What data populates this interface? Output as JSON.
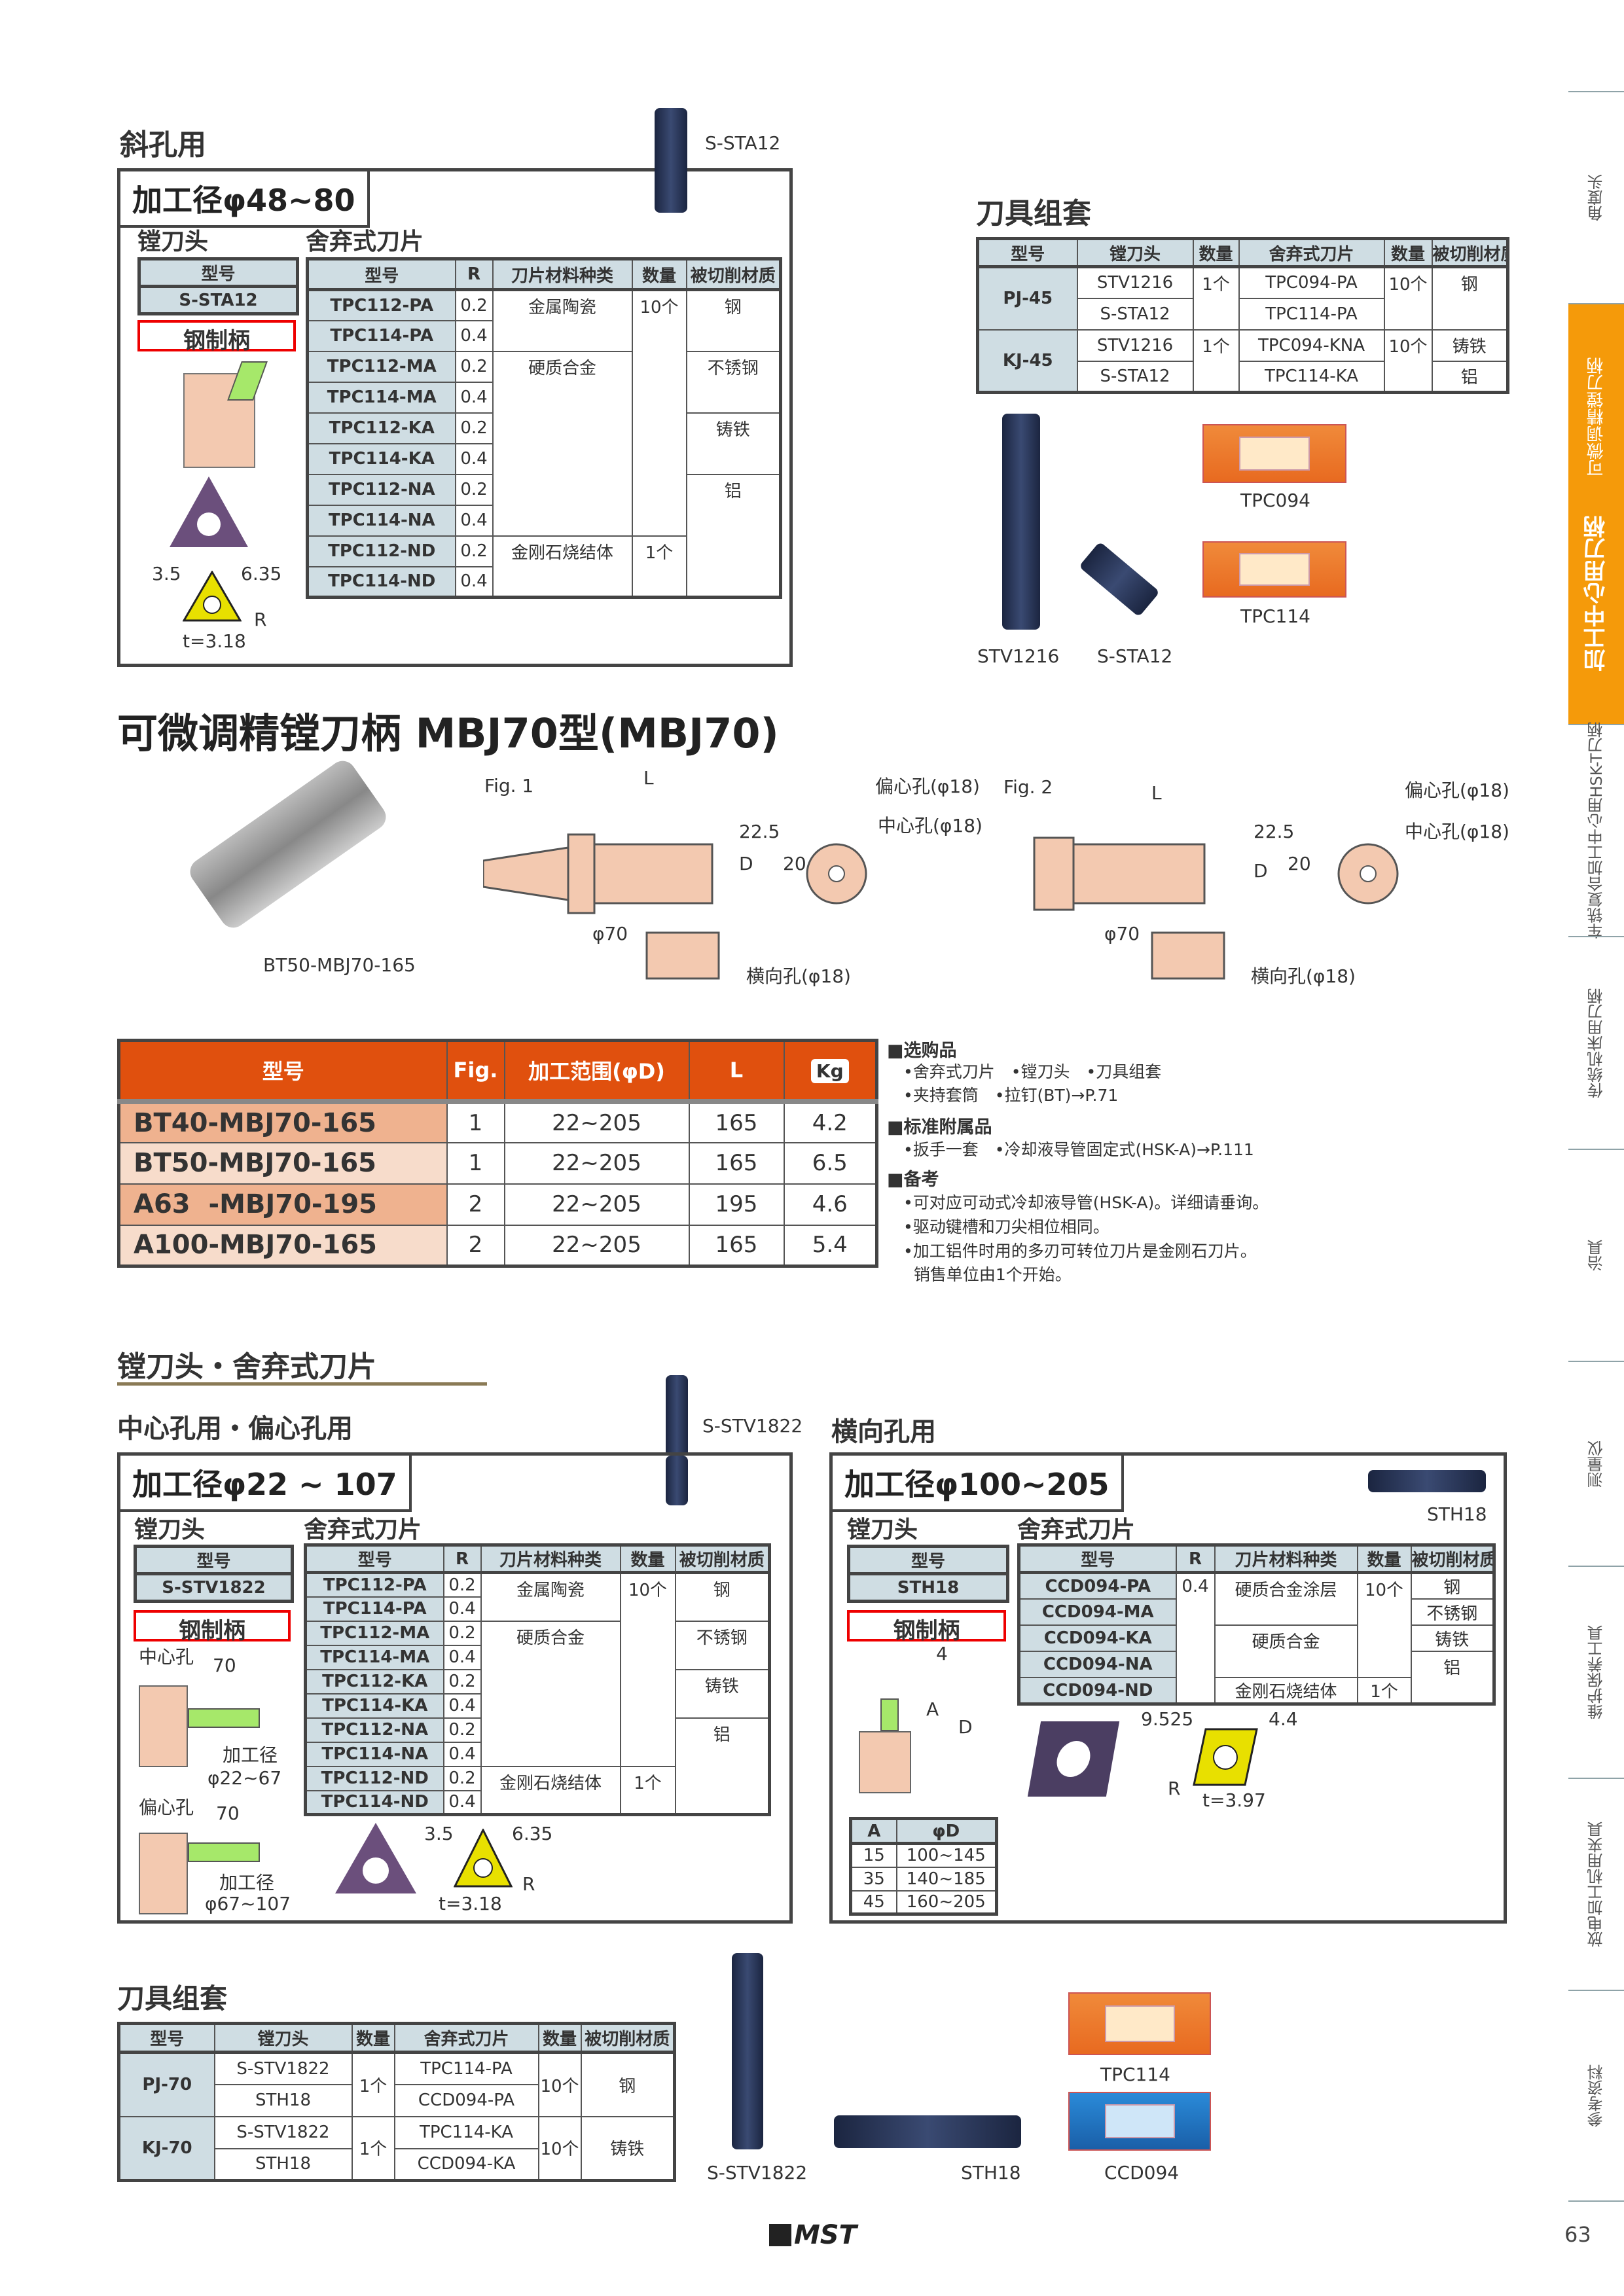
{
  "sidebar": {
    "tabs": [
      {
        "label": "角度头"
      },
      {
        "label": "加工中心用刀柄",
        "sublabel": "可微调精镗刀柄",
        "active": true
      },
      {
        "label": "车铣复合加工中心用HSK-T刀柄"
      },
      {
        "label": "传统机床用刀柄"
      },
      {
        "label": "治具"
      },
      {
        "label": "测量仪"
      },
      {
        "label": "维护保养工具"
      },
      {
        "label": "放电加工机用夹具"
      },
      {
        "label": "参考资料"
      }
    ],
    "accent_color": "#f59a0a"
  },
  "page_number": "63",
  "logo": "MST",
  "angled": {
    "heading": "斜孔用",
    "tool_label": "S-STA12",
    "range_title": "加工径φ48~80",
    "head_label": "镗刀头",
    "insert_label": "舍弃式刀片",
    "head_table": {
      "headers": [
        "型号"
      ],
      "rows": [
        [
          "S-STA12"
        ]
      ]
    },
    "shank": "钢制柄",
    "insert_table": {
      "headers": [
        "型号",
        "R",
        "刀片材料种类",
        "数量",
        "被切削材质"
      ],
      "rows": [
        [
          "TPC112-PA",
          "0.2",
          "金属陶瓷",
          "10个",
          "钢"
        ],
        [
          "TPC114-PA",
          "0.4",
          null,
          null,
          null
        ],
        [
          "TPC112-MA",
          "0.2",
          "硬质合金",
          null,
          "不锈钢"
        ],
        [
          "TPC114-MA",
          "0.4",
          null,
          null,
          null
        ],
        [
          "TPC112-KA",
          "0.2",
          null,
          null,
          "铸铁"
        ],
        [
          "TPC114-KA",
          "0.4",
          null,
          null,
          null
        ],
        [
          "TPC112-NA",
          "0.2",
          null,
          null,
          "铝"
        ],
        [
          "TPC114-NA",
          "0.4",
          null,
          null,
          null
        ],
        [
          "TPC112-ND",
          "0.2",
          "金刚石烧结体",
          "1个",
          null
        ],
        [
          "TPC114-ND",
          "0.4",
          null,
          null,
          null
        ]
      ]
    },
    "dims": {
      "a": "3.5",
      "b": "6.35",
      "r": "R",
      "t": "t=3.18"
    }
  },
  "kit_top": {
    "heading": "刀具组套",
    "table": {
      "headers": [
        "型号",
        "镗刀头",
        "数量",
        "舍弃式刀片",
        "数量",
        "被切削材质"
      ],
      "rows": [
        [
          "PJ-45",
          "STV1216",
          "1个",
          "TPC094-PA",
          "10个",
          "钢"
        ],
        [
          null,
          "S-STA12",
          null,
          "TPC114-PA",
          null,
          null
        ],
        [
          "KJ-45",
          "STV1216",
          "1个",
          "TPC094-KNA",
          "10个",
          "铸铁"
        ],
        [
          null,
          "S-STA12",
          null,
          "TPC114-KA",
          null,
          "铝"
        ]
      ]
    },
    "images": [
      "STV1216",
      "S-STA12",
      "TPC094",
      "TPC114"
    ]
  },
  "product": {
    "title": "可微调精镗刀柄 MBJ70型(MBJ70)",
    "photo_label": "BT50-MBJ70-165",
    "fig1": {
      "label": "Fig. 1",
      "L": "L",
      "ecc": "偏心孔(φ18)",
      "center": "中心孔(φ18)",
      "d225": "22.5",
      "D": "D",
      "d20": "20",
      "phi70": "φ70",
      "side": "横向孔(φ18)"
    },
    "fig2": {
      "label": "Fig. 2",
      "L": "L",
      "ecc": "偏心孔(φ18)",
      "center": "中心孔(φ18)",
      "d225": "22.5",
      "D": "D",
      "d20": "20",
      "phi70": "φ70",
      "side": "横向孔(φ18)"
    },
    "table": {
      "headers": [
        "型号",
        "Fig.",
        "加工范围(φD)",
        "L",
        "Kg"
      ],
      "rows": [
        [
          "BT40-MBJ70-165",
          "1",
          "22~205",
          "165",
          "4.2"
        ],
        [
          "BT50-MBJ70-165",
          "1",
          "22~205",
          "165",
          "6.5"
        ],
        [
          "A63  -MBJ70-195",
          "2",
          "22~205",
          "195",
          "4.6"
        ],
        [
          "A100-MBJ70-165",
          "2",
          "22~205",
          "165",
          "5.4"
        ]
      ],
      "header_color": "#e0500e"
    },
    "notes": [
      {
        "head": "■选购品",
        "lines": [
          "•舍弃式刀片　•镗刀头　•刀具组套",
          "•夹持套筒　•拉钉(BT)→P.71"
        ]
      },
      {
        "head": "■标准附属品",
        "lines": [
          "•扳手一套　•冷却液导管固定式(HSK-A)→P.111"
        ]
      },
      {
        "head": "■备考",
        "lines": [
          "•可对应可动式冷却液导管(HSK-A)。详细请垂询。",
          "•驱动键槽和刀尖相位相同。",
          "•加工铝件时用的多刃可转位刀片是金刚石刀片。",
          "  销售单位由1个开始。"
        ]
      }
    ]
  },
  "heads": {
    "heading": "镗刀头・舍弃式刀片",
    "center": {
      "heading": "中心孔用・偏心孔用",
      "tool_label": "S-STV1822",
      "range_title": "加工径φ22 ~ 107",
      "head_label": "镗刀头",
      "insert_label": "舍弃式刀片",
      "head_table": {
        "headers": [
          "型号"
        ],
        "rows": [
          [
            "S-STV1822"
          ]
        ]
      },
      "shank": "钢制柄",
      "insert_table": {
        "headers": [
          "型号",
          "R",
          "刀片材料种类",
          "数量",
          "被切削材质"
        ],
        "rows": [
          [
            "TPC112-PA",
            "0.2",
            "金属陶瓷",
            "10个",
            "钢"
          ],
          [
            "TPC114-PA",
            "0.4",
            null,
            null,
            null
          ],
          [
            "TPC112-MA",
            "0.2",
            "硬质合金",
            null,
            "不锈钢"
          ],
          [
            "TPC114-MA",
            "0.4",
            null,
            null,
            null
          ],
          [
            "TPC112-KA",
            "0.2",
            null,
            null,
            "铸铁"
          ],
          [
            "TPC114-KA",
            "0.4",
            null,
            null,
            null
          ],
          [
            "TPC112-NA",
            "0.2",
            null,
            null,
            "铝"
          ],
          [
            "TPC114-NA",
            "0.4",
            null,
            null,
            null
          ],
          [
            "TPC112-ND",
            "0.2",
            "金刚石烧结体",
            "1个",
            null
          ],
          [
            "TPC114-ND",
            "0.4",
            null,
            null,
            null
          ]
        ]
      },
      "diagram": {
        "center_hole": "中心孔",
        "ecc_hole": "偏心孔",
        "len1": "70",
        "len2": "70",
        "dia_label": "加工径",
        "range1": "φ22~67",
        "range2": "φ67~107"
      },
      "dims": {
        "a": "3.5",
        "b": "6.35",
        "r": "R",
        "t": "t=3.18"
      }
    },
    "side": {
      "heading": "横向孔用",
      "tool_label": "STH18",
      "range_title": "加工径φ100~205",
      "head_label": "镗刀头",
      "insert_label": "舍弃式刀片",
      "head_table": {
        "headers": [
          "型号"
        ],
        "rows": [
          [
            "STH18"
          ]
        ]
      },
      "shank": "钢制柄",
      "insert_table": {
        "headers": [
          "型号",
          "R",
          "刀片材料种类",
          "数量",
          "被切削材质"
        ],
        "rows": [
          [
            "CCD094-PA",
            "0.4",
            "硬质合金涂层",
            "10个",
            "钢"
          ],
          [
            "CCD094-MA",
            null,
            null,
            null,
            "不锈钢"
          ],
          [
            "CCD094-KA",
            null,
            "硬质合金",
            null,
            "铸铁"
          ],
          [
            "CCD094-NA",
            null,
            null,
            null,
            "铝"
          ],
          [
            "CCD094-ND",
            null,
            "金刚石烧结体",
            "1个",
            null
          ]
        ]
      },
      "diagram": {
        "w": "4",
        "a": "A",
        "d": "D"
      },
      "ad_table": {
        "headers": [
          "A",
          "φD"
        ],
        "rows": [
          [
            "15",
            "100~145"
          ],
          [
            "35",
            "140~185"
          ],
          [
            "45",
            "160~205"
          ]
        ]
      },
      "dims": {
        "a": "9.525",
        "b": "4.4",
        "r": "R",
        "t": "t=3.97"
      }
    }
  },
  "kit_bottom": {
    "heading": "刀具组套",
    "table": {
      "headers": [
        "型号",
        "镗刀头",
        "数量",
        "舍弃式刀片",
        "数量",
        "被切削材质"
      ],
      "rows": [
        [
          "PJ-70",
          "S-STV1822",
          "1个",
          "TPC114-PA",
          "10个",
          "钢"
        ],
        [
          null,
          "STH18",
          null,
          "CCD094-PA",
          null,
          null
        ],
        [
          "KJ-70",
          "S-STV1822",
          "1个",
          "TPC114-KA",
          "10个",
          "铸铁"
        ],
        [
          null,
          "STH18",
          null,
          "CCD094-KA",
          null,
          null
        ]
      ]
    },
    "images": [
      "S-STV1822",
      "STH18",
      "TPC114",
      "CCD094"
    ]
  }
}
